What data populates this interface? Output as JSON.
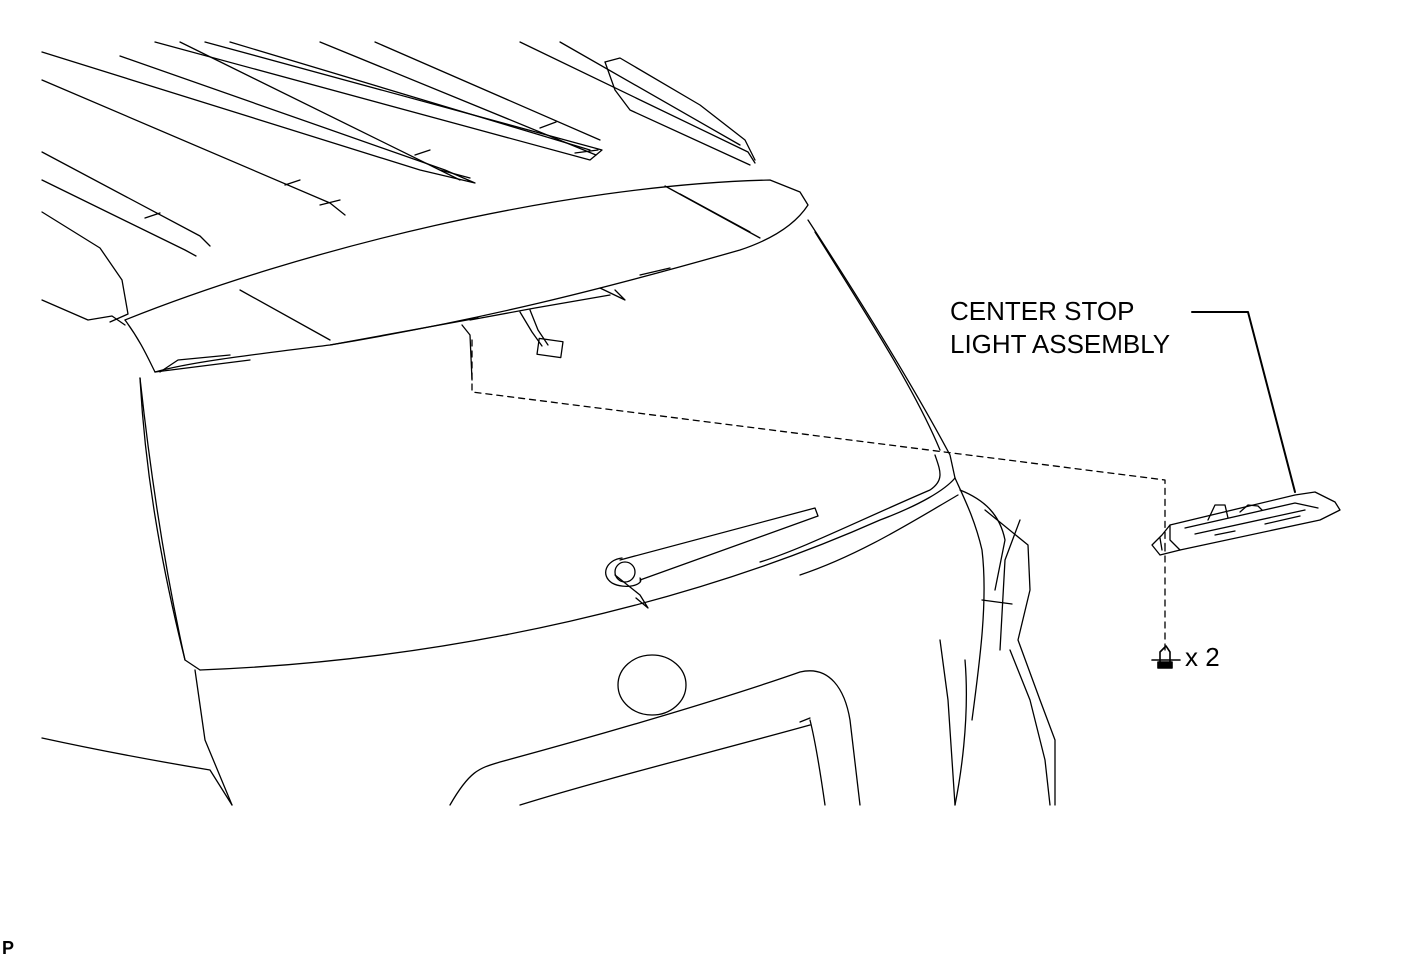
{
  "diagram": {
    "callout": {
      "line1": "CENTER STOP",
      "line2": "LIGHT ASSEMBLY"
    },
    "fastener_quantity": "x 2",
    "corner_code": "P",
    "colors": {
      "line": "#000000",
      "background": "#ffffff"
    }
  }
}
